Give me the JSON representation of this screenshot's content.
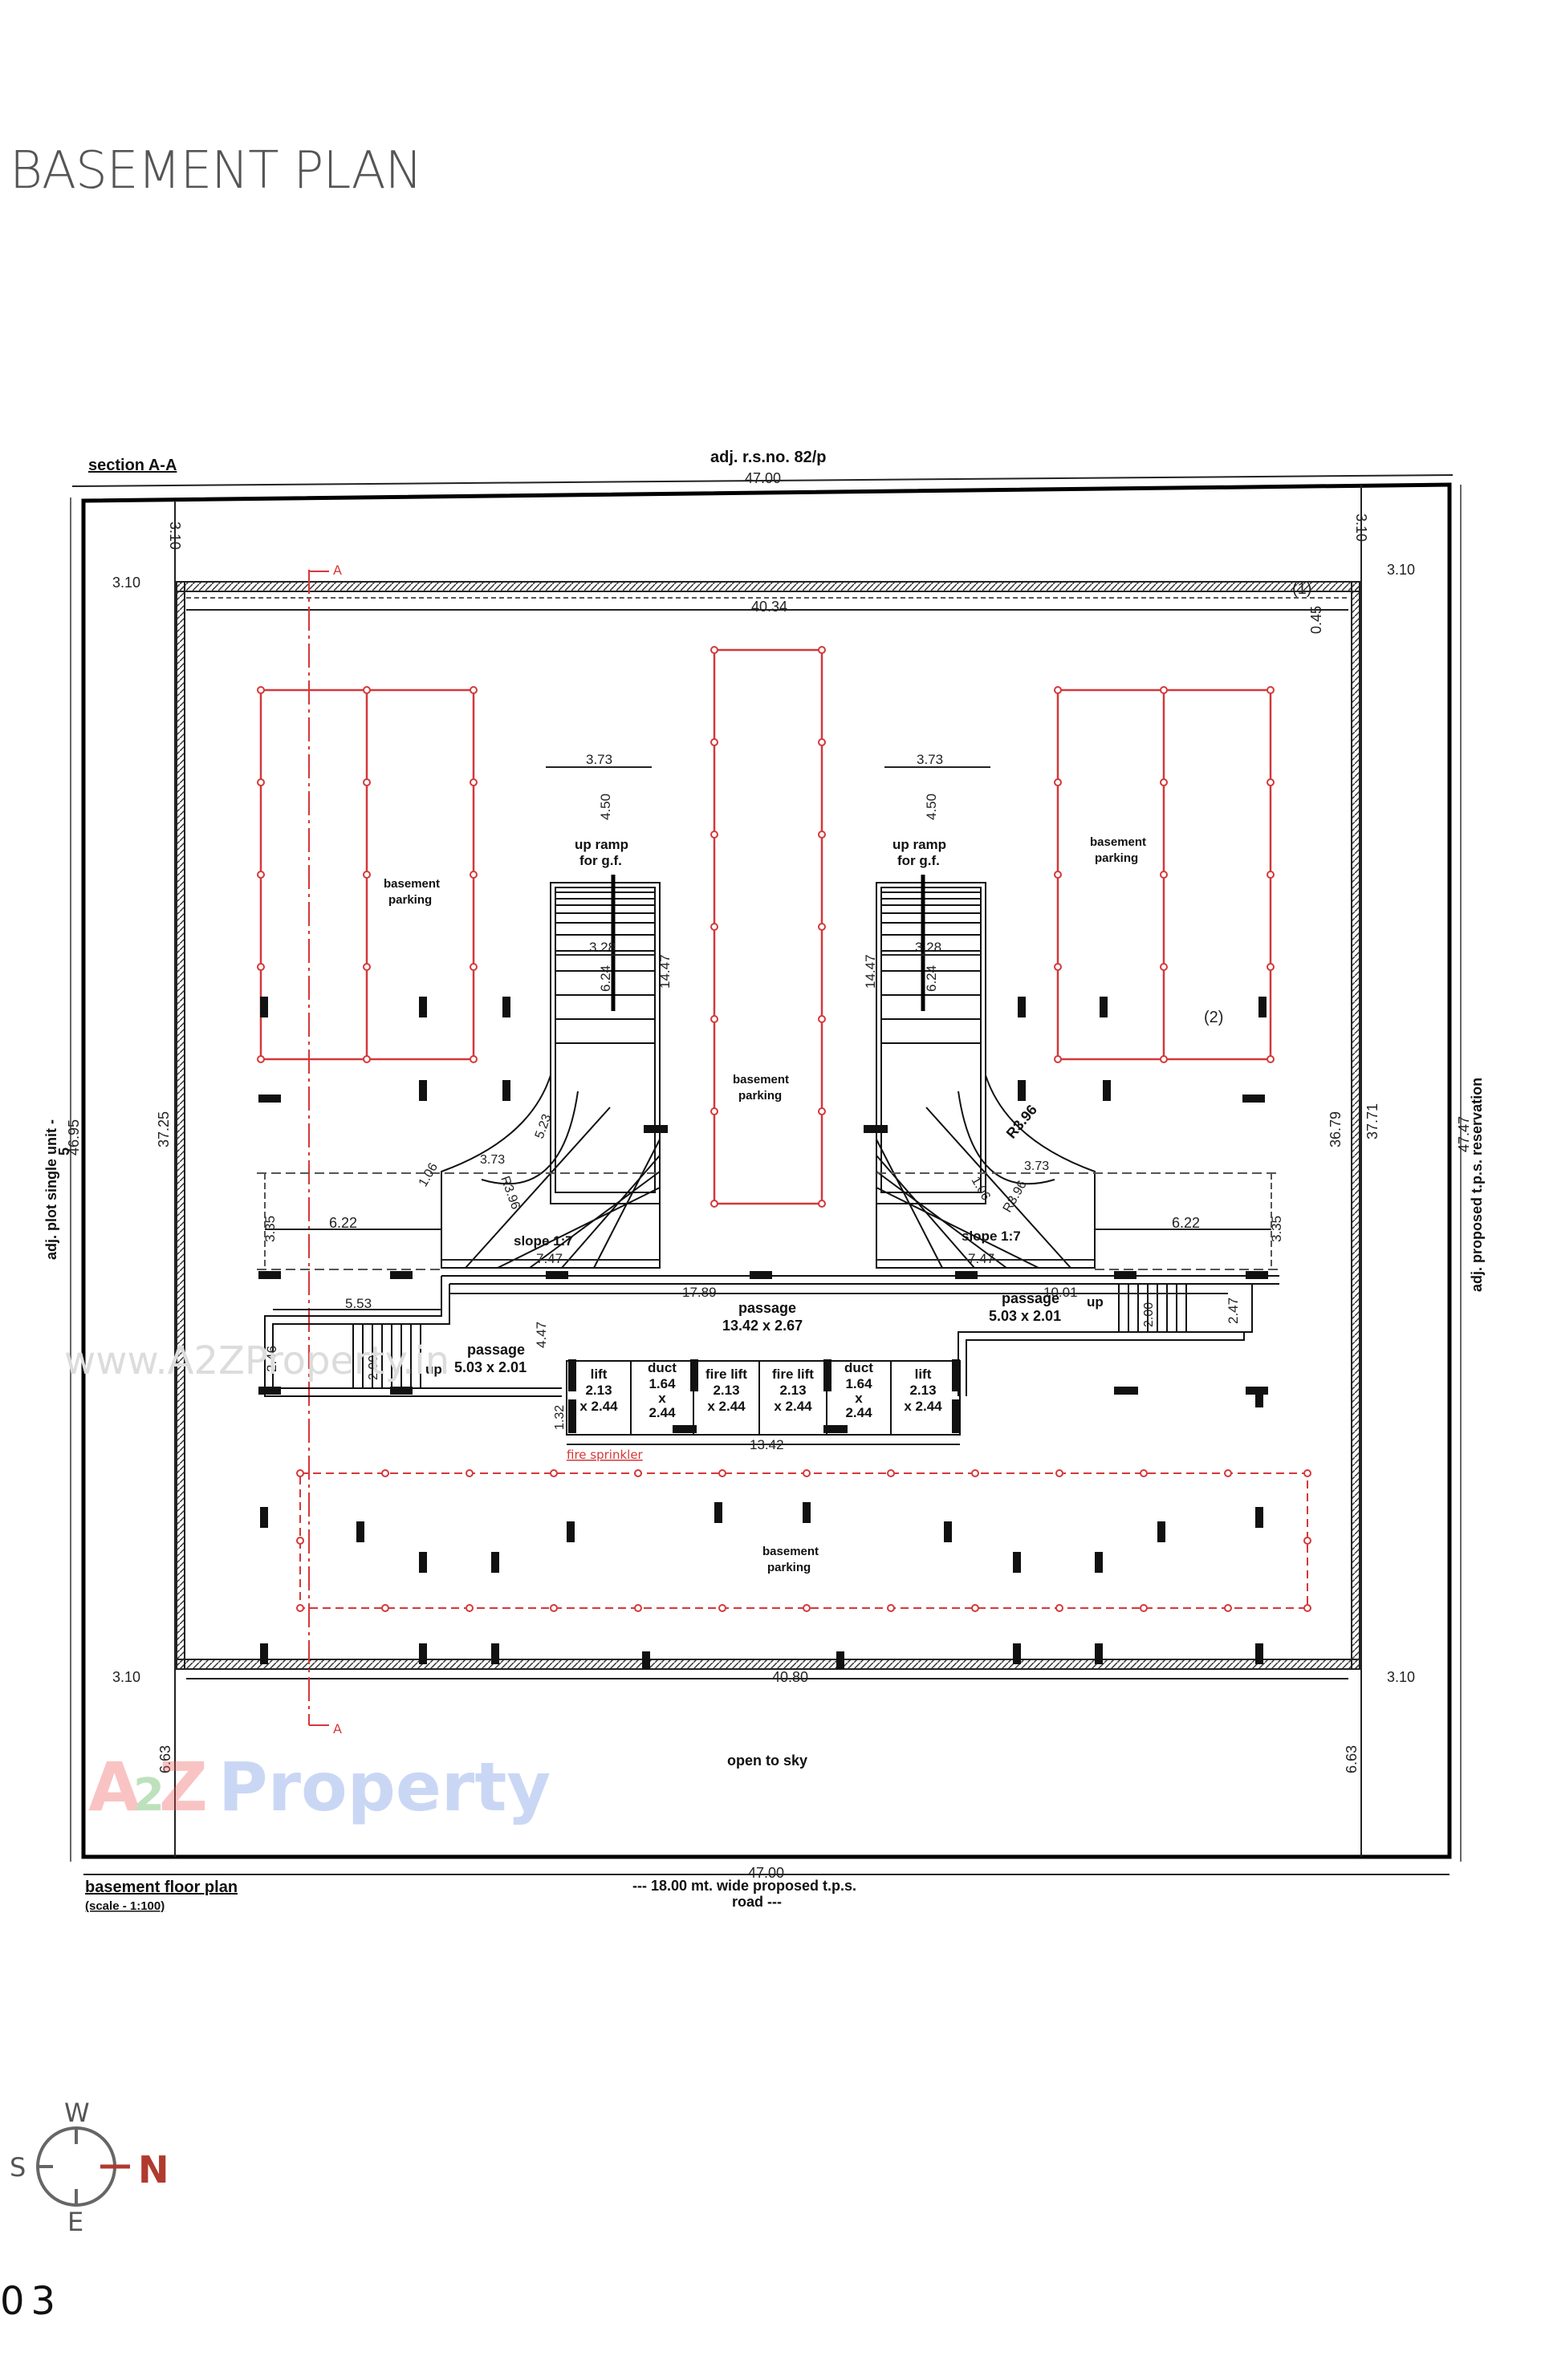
{
  "page": {
    "title": "BASEMENT PLAN",
    "page_number": "03"
  },
  "plan": {
    "section_label": "section A-A",
    "top_neighbor": "adj. r.s.no. 82/p",
    "left_neighbor": "adj. plot single unit -",
    "left_neighbor_number": "5",
    "right_neighbor": "adj. proposed t.p.s. reservation",
    "bottom_title": "basement floor plan",
    "bottom_scale": "(scale - 1:100)",
    "road_line1": "--- 18.00 mt. wide proposed t.p.s.",
    "road_line2": "road ---",
    "section_marker": "A",
    "open_to_sky": "open to sky",
    "fire_sprinkler": "fire sprinkler",
    "marker_1": "(1)",
    "marker_2": "(2)",
    "dimensions": {
      "overall_top": "47.00",
      "overall_bottom": "47.00",
      "inner_top": "40.34",
      "inner_bottom": "40.80",
      "setback_top_left": "3.10",
      "setback_top_right": "3.10",
      "setback_left_top": "3.10",
      "setback_right_top": "3.10",
      "setback_left_bottom": "3.10",
      "setback_right_bottom": "3.10",
      "wall_045": "0.45",
      "left_outer": "46.95",
      "left_inner": "37.25",
      "right_inner": "36.79",
      "right_mid": "37.71",
      "right_outer": "47.47",
      "open_sky_left": "6.63",
      "open_sky_right": "6.63",
      "ramp_width_top": "3.73",
      "ramp_run": "4.50",
      "ramp_inner": "3.28",
      "ramp_depth": "6.24",
      "ramp_length": "14.47",
      "curve_radius": "R3.96",
      "curve_a": "5.23",
      "curve_b": "1.06",
      "ramp_bottom_width": "3.73",
      "ramp_side": "6.22",
      "ramp_side_h": "3.35",
      "ramp_base": "7.47",
      "passage_len": "17.89",
      "passage_right": "10.01",
      "left_stair_w": "5.53",
      "left_stair_h": "2.46",
      "right_stair_h": "2.47",
      "stair_width": "2.00",
      "core_depth": "4.47",
      "core_offset": "1.32",
      "core_width": "13.42"
    },
    "slope_left": "slope 1:7",
    "slope_right": "slope 1:7",
    "ramp_left": {
      "line1": "up ramp",
      "line2": "for g.f."
    },
    "ramp_right": {
      "line1": "up ramp",
      "line2": "for g.f."
    },
    "parking_label_l1": "basement",
    "parking_label_l2": "parking",
    "passage_main": {
      "label": "passage",
      "size": "13.42 x 2.67"
    },
    "passage_left": {
      "label": "passage",
      "size": "5.03 x 2.01",
      "up": "up"
    },
    "passage_right": {
      "label": "passage",
      "size": "5.03 x 2.01",
      "up": "up"
    },
    "core_cells": [
      {
        "name": "lift",
        "l2": "2.13",
        "l3": "x 2.44"
      },
      {
        "name": "duct",
        "l2": "1.64",
        "l3": "x",
        "l4": "2.44"
      },
      {
        "name": "fire lift",
        "l2": "2.13",
        "l3": "x 2.44"
      },
      {
        "name": "fire lift",
        "l2": "2.13",
        "l3": "x 2.44"
      },
      {
        "name": "duct",
        "l2": "1.64",
        "l3": "x",
        "l4": "2.44"
      },
      {
        "name": "lift",
        "l2": "2.13",
        "l3": "x 2.44"
      }
    ]
  },
  "watermark": {
    "url": "www.A2ZProperty.in",
    "brand_a": "A",
    "brand_2": "2",
    "brand_z": "Z",
    "brand_rest": "Property"
  },
  "compass": {
    "north": "N",
    "south": "S",
    "east": "E",
    "west": "W"
  },
  "colors": {
    "accent_red": "#d4383a",
    "compass_north": "#b03a2e",
    "line": "#111111",
    "title_gray": "#555555"
  }
}
